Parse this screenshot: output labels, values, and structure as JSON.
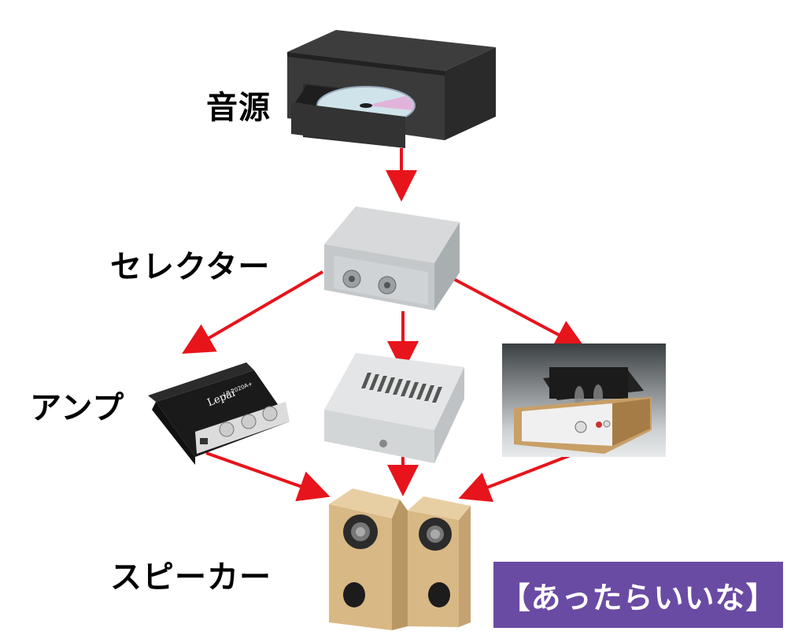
{
  "labels": {
    "source": "音源",
    "selector": "セレクター",
    "amp": "アンプ",
    "speaker": "スピーカー"
  },
  "banner": "【あったらいいな】",
  "device_texts": {
    "amp1_brand": "Lepai",
    "amp1_model": "LP-2020A+"
  },
  "colors": {
    "arrow": "#e8141b",
    "banner_bg": "#6a4ba3",
    "banner_text": "#ffffff"
  }
}
